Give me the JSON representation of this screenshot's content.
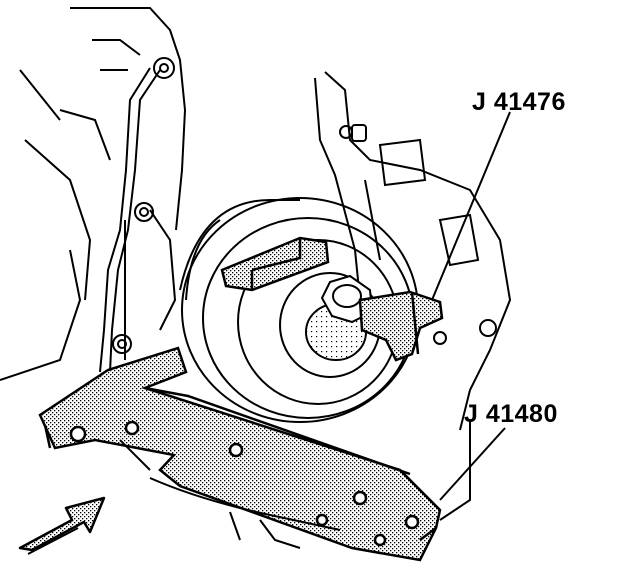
{
  "callouts": [
    {
      "id": "tool-1",
      "text": "J 41476"
    },
    {
      "id": "tool-2",
      "text": "J 41480"
    }
  ],
  "colors": {
    "ink": "#000000",
    "stipple": "#bdbdbd",
    "paper": "#ffffff"
  },
  "icons": {
    "direction": "view-direction-arrow-icon"
  }
}
